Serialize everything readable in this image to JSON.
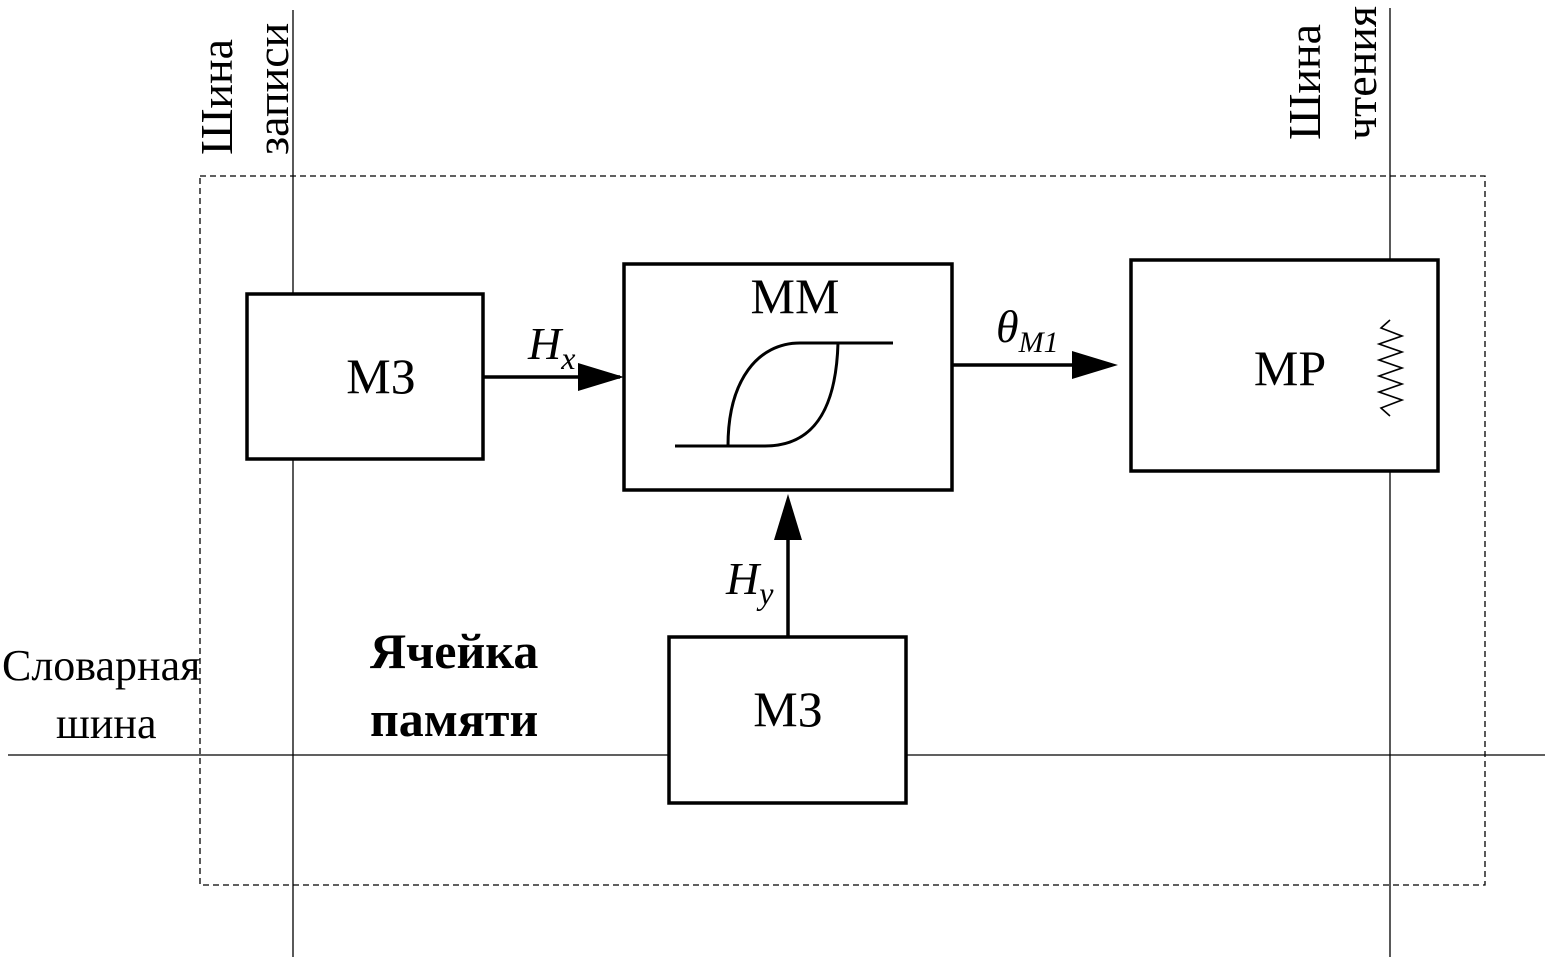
{
  "buses": {
    "write": {
      "line1": "Шина",
      "line2": "записи"
    },
    "read": {
      "line1": "Шина",
      "line2": "чтения"
    },
    "word": {
      "line1": "Словарная",
      "line2": "шина"
    }
  },
  "cell": {
    "line1": "Ячейка",
    "line2": "памяти"
  },
  "blocks": {
    "write_driver_top": "МЗ",
    "magnetic_element": "ММ",
    "read_element": "МР",
    "write_driver_bottom": "МЗ"
  },
  "signals": {
    "hx": {
      "symbol": "H",
      "sub": "x"
    },
    "hy": {
      "symbol": "H",
      "sub": "y"
    },
    "theta": {
      "symbol": "θ",
      "sub": "M1"
    }
  }
}
